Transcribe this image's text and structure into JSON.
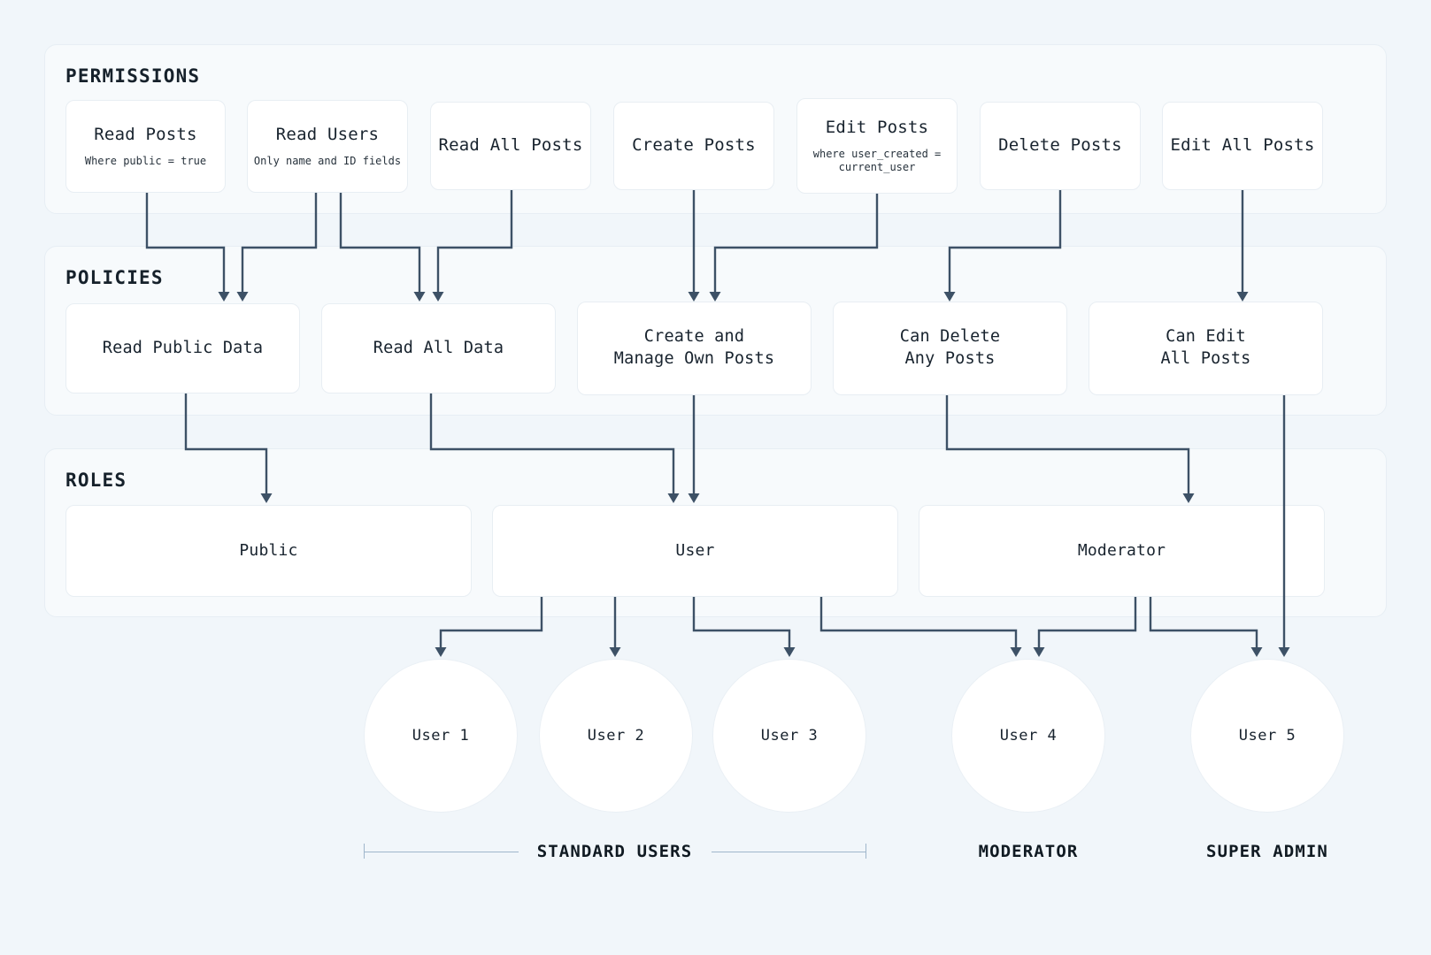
{
  "theme": {
    "background": "#f1f6fa",
    "section_fill": "#f7fafc",
    "section_border": "#e7eef4",
    "node_fill": "#ffffff",
    "node_border": "#e8eef3",
    "connector": "#3d5166",
    "text": "#18232e",
    "bracket": "#9fb6cb"
  },
  "sections": [
    {
      "id": "permissions",
      "title": "PERMISSIONS"
    },
    {
      "id": "policies",
      "title": "POLICIES"
    },
    {
      "id": "roles",
      "title": "ROLES"
    }
  ],
  "permissions": [
    {
      "title": "Read Posts",
      "sub": "Where public = true"
    },
    {
      "title": "Read Users",
      "sub": "Only name and ID fields"
    },
    {
      "title": "Read All Posts",
      "sub": ""
    },
    {
      "title": "Create Posts",
      "sub": ""
    },
    {
      "title": "Edit Posts",
      "sub": "where user_created =\ncurrent_user"
    },
    {
      "title": "Delete Posts",
      "sub": ""
    },
    {
      "title": "Edit All Posts",
      "sub": ""
    }
  ],
  "policies": [
    {
      "title": "Read Public Data"
    },
    {
      "title": "Read All Data"
    },
    {
      "title": "Create and\nManage Own Posts"
    },
    {
      "title": "Can Delete\nAny Posts"
    },
    {
      "title": "Can Edit\nAll Posts"
    }
  ],
  "roles": [
    {
      "title": "Public"
    },
    {
      "title": "User"
    },
    {
      "title": "Moderator"
    }
  ],
  "users": [
    {
      "label": "User 1"
    },
    {
      "label": "User 2"
    },
    {
      "label": "User 3"
    },
    {
      "label": "User 4"
    },
    {
      "label": "User 5"
    }
  ],
  "group_labels": [
    {
      "text": "STANDARD USERS"
    },
    {
      "text": "MODERATOR"
    },
    {
      "text": "SUPER ADMIN"
    }
  ]
}
